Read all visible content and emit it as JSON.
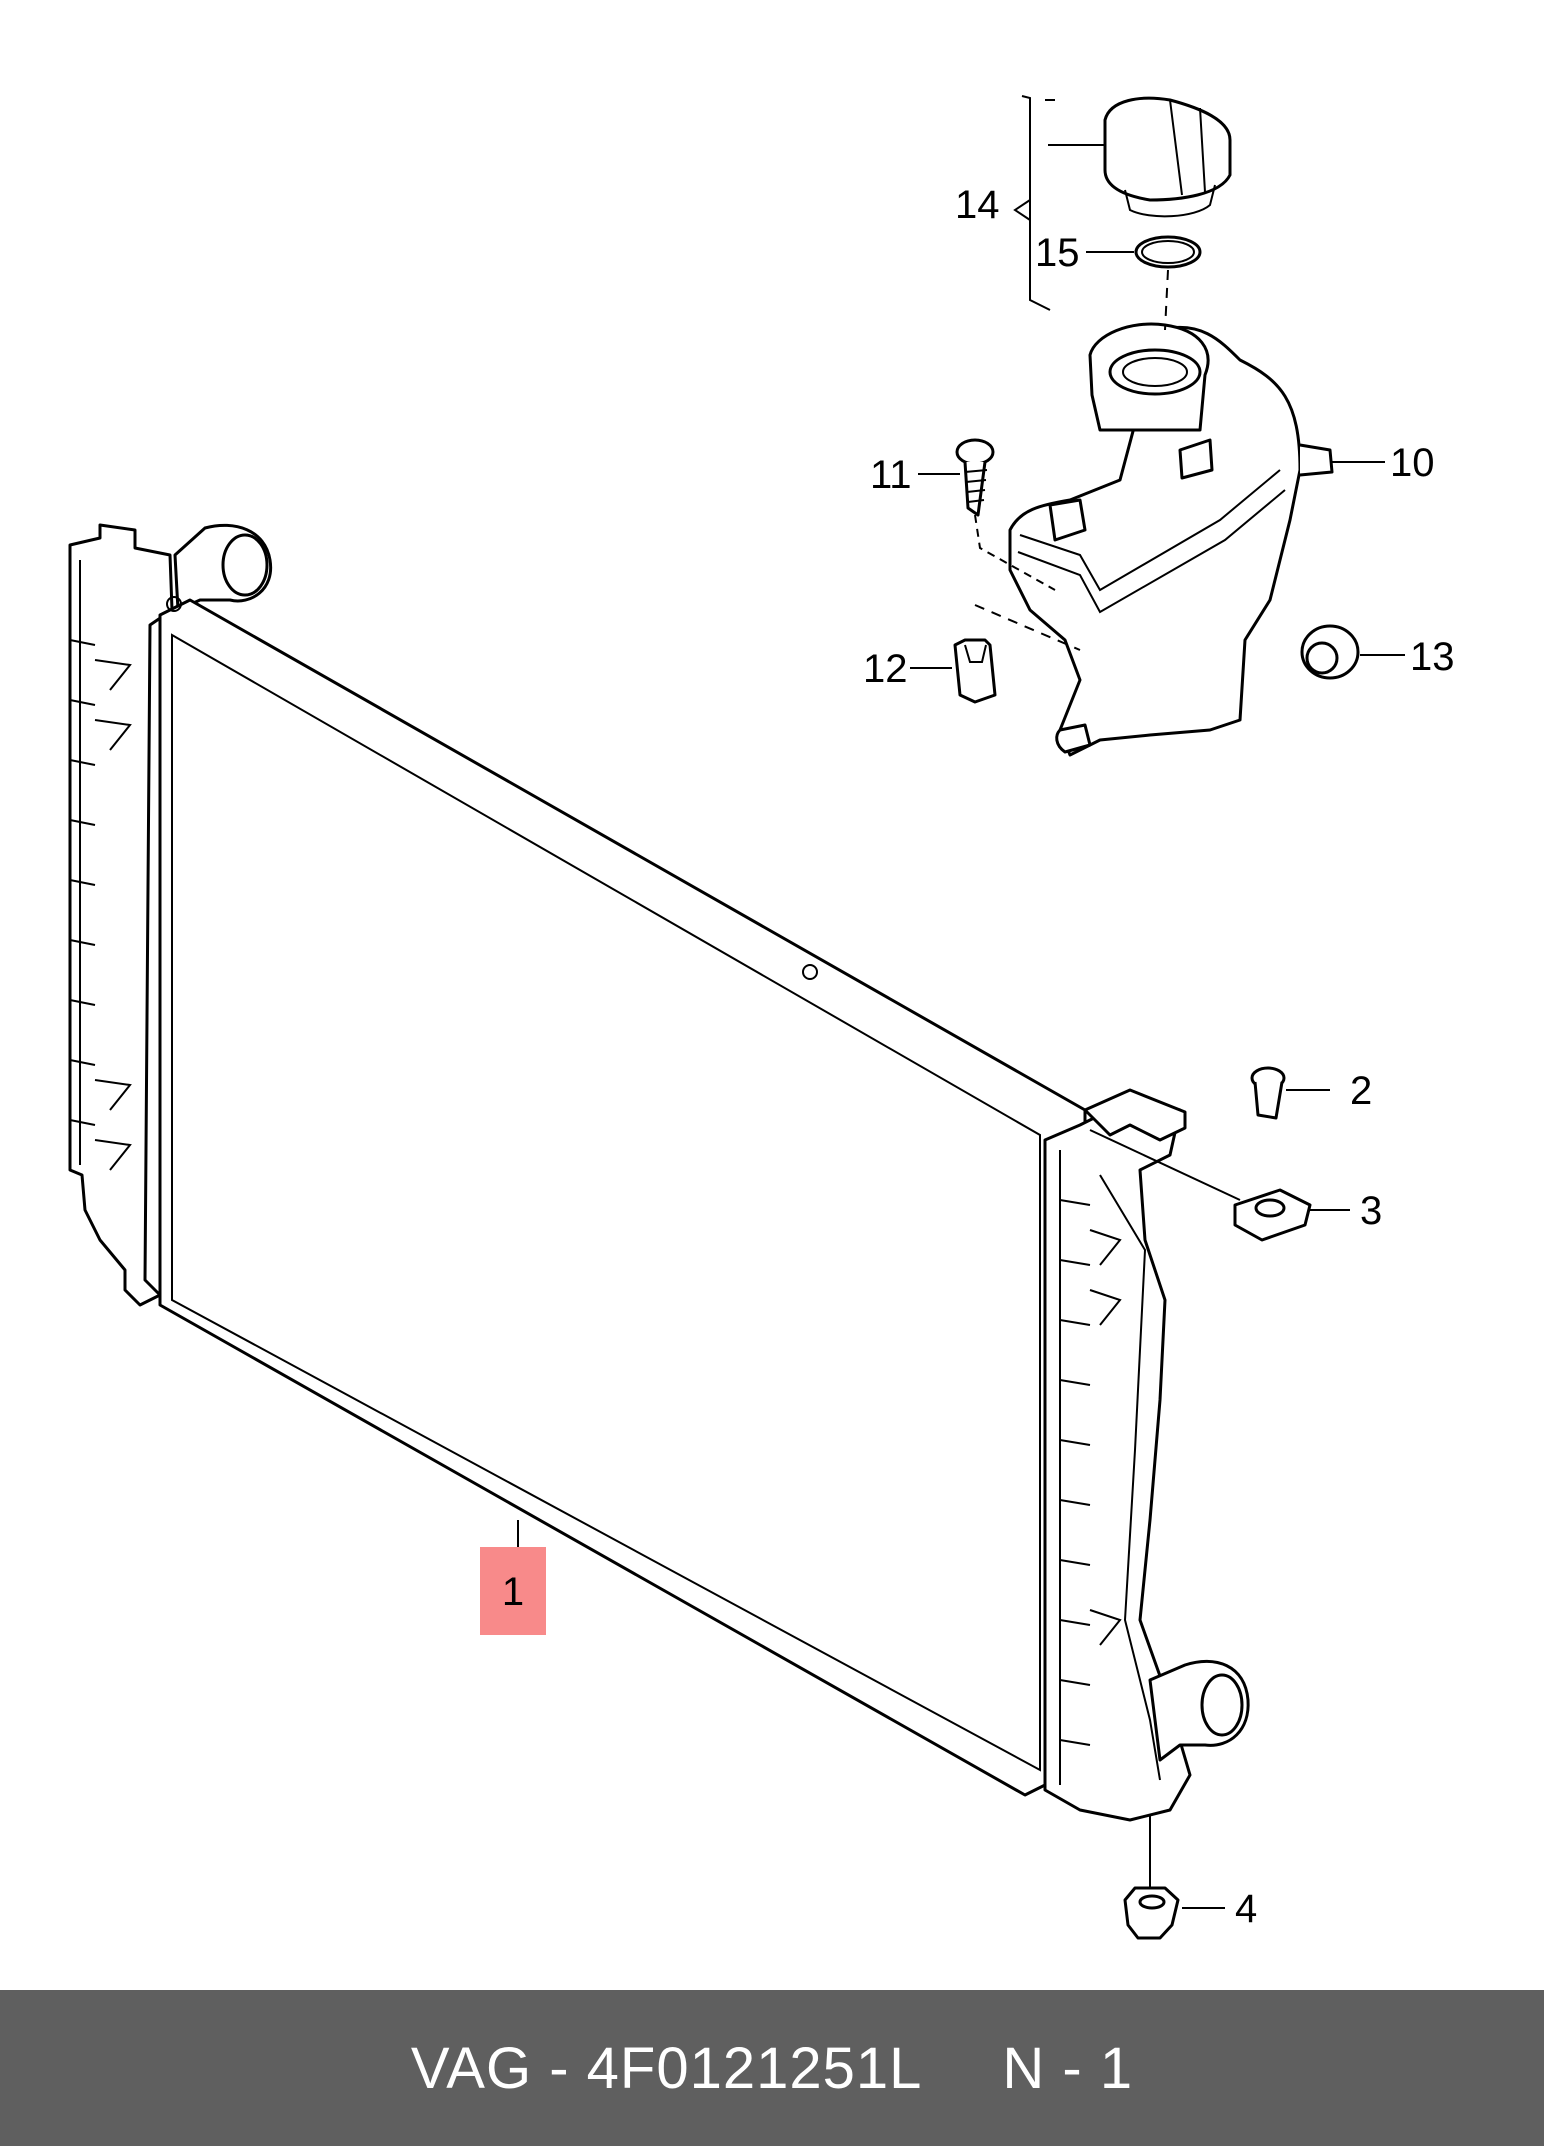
{
  "callouts": {
    "c1": "1",
    "c2": "2",
    "c3": "3",
    "c4": "4",
    "c10": "10",
    "c11": "11",
    "c12": "12",
    "c13": "13",
    "c14": "14",
    "c15": "15"
  },
  "highlight_color": "#f88a8a",
  "footer": {
    "part_number": "VAG - 4F0121251L",
    "quantity": "N - 1"
  }
}
